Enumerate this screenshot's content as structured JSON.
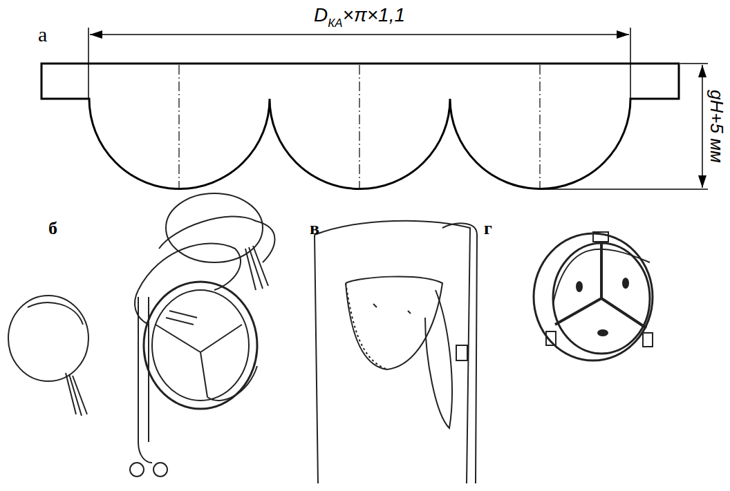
{
  "diagram": {
    "labels": [
      "а",
      "D",
      "КА",
      "×π×1,1",
      "gH+5 мм",
      "б",
      "в",
      "г"
    ]
  }
}
